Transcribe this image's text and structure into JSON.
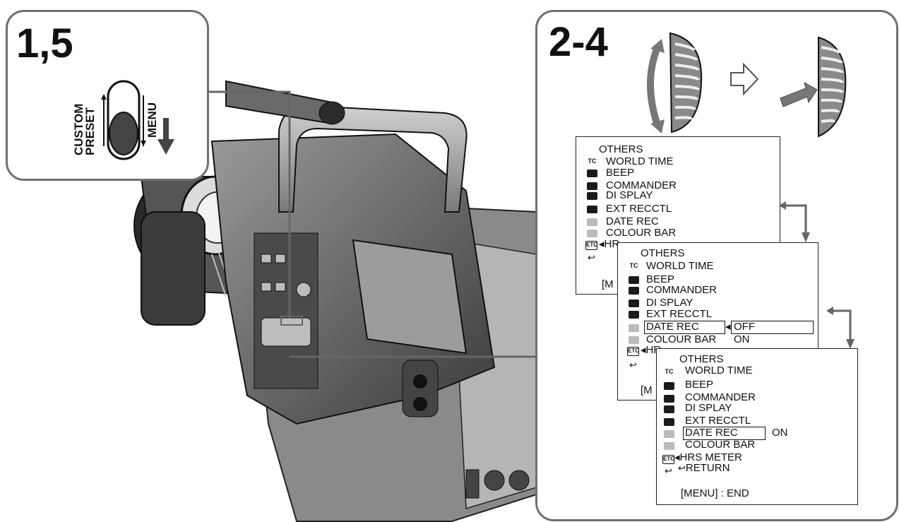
{
  "step_15": {
    "number": "1,5",
    "switch_labels": {
      "custom": "CUSTOM",
      "preset": "PRESET",
      "menu": "MENU"
    }
  },
  "step_24": {
    "number": "2-4"
  },
  "menu_screens": [
    {
      "title": "OTHERS",
      "items": [
        "WORLD TIME",
        "BEEP",
        "COMMANDER",
        "DI SPLAY",
        "EXT RECCTL",
        "DATE REC",
        "COLOUR BAR",
        "HR"
      ],
      "footer": "[M"
    },
    {
      "title": "OTHERS",
      "items": [
        "WORLD TIME",
        "BEEP",
        "COMMANDER",
        "DI SPLAY",
        "EXT RECCTL",
        "DATE REC",
        "COLOUR BAR",
        "HR"
      ],
      "options": [
        "OFF",
        "ON"
      ],
      "footer": "[M"
    },
    {
      "title": "OTHERS",
      "items": [
        "WORLD TIME",
        "BEEP",
        "COMMANDER",
        "DI SPLAY",
        "EXT RECCTL",
        "DATE REC",
        "COLOUR BAR",
        "HRS METER",
        "RETURN"
      ],
      "options": [
        "ON"
      ],
      "footer": "[MENU] : END"
    }
  ],
  "icons": {
    "tc": "TC",
    "etc": "ETC"
  }
}
